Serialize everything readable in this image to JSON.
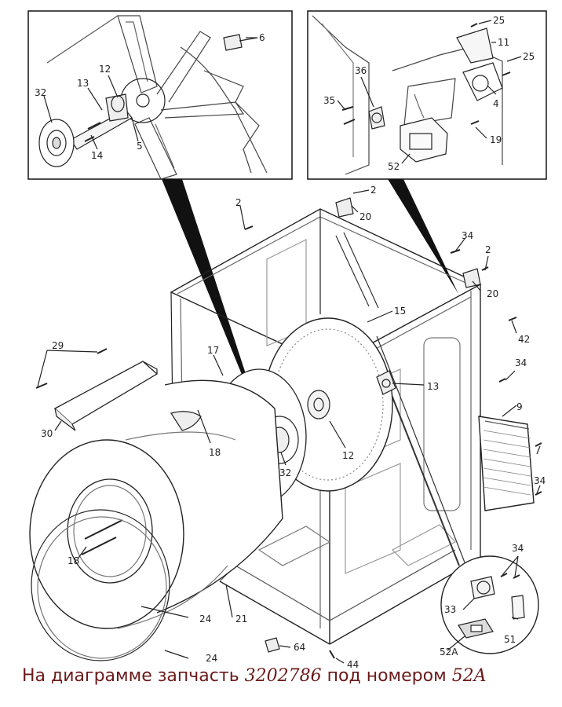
{
  "callouts": {
    "left_inset": {
      "c6": "6",
      "c12": "12",
      "c13": "13",
      "c32": "32",
      "c14": "14",
      "c5": "5"
    },
    "right_inset": {
      "c25a": "25",
      "c11": "11",
      "c25b": "25",
      "c36": "36",
      "c35": "35",
      "c4": "4",
      "c19": "19",
      "c52": "52"
    },
    "main": {
      "c2a": "2",
      "c20a": "20",
      "c2b": "2",
      "c34a": "34",
      "c2c": "2",
      "c20b": "20",
      "c15": "15",
      "c42": "42",
      "c34b": "34",
      "c29": "29",
      "c17": "17",
      "c13": "13",
      "c9": "9",
      "c30": "30",
      "c18a": "18",
      "c34c": "34",
      "c12": "12",
      "c32": "32",
      "c18b": "18",
      "c34d": "34",
      "c24a": "24",
      "c21": "21",
      "c33": "33",
      "c51": "51",
      "c64": "64",
      "c24b": "24",
      "c52a": "52A",
      "c44": "44"
    }
  },
  "caption": {
    "prefix": "На диаграмме запчасть",
    "part_number": "3202786",
    "middle": "под номером",
    "callout_number": "52A"
  }
}
